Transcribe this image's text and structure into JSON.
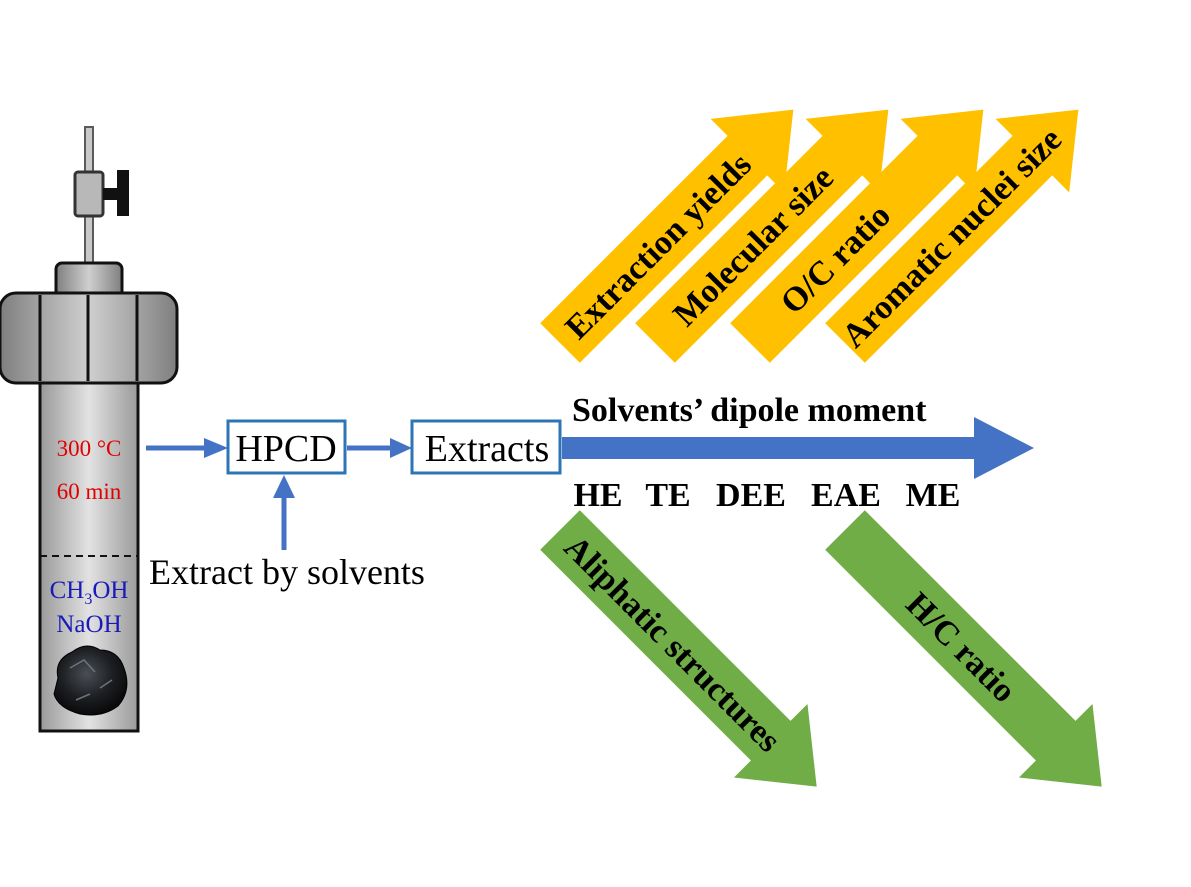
{
  "reactor": {
    "temperature": "300 °C",
    "time": "60 min",
    "reagent_1_main": "CH",
    "reagent_1_sub": "3",
    "reagent_1_end": "OH",
    "reagent_2": "NaOH"
  },
  "flow": {
    "box_1": "HPCD",
    "box_2": "Extracts",
    "input_label": "Extract by solvents"
  },
  "axis": {
    "label": "Solvents’ dipole moment",
    "solvents": [
      "HE",
      "TE",
      "DEE",
      "EAE",
      "ME"
    ]
  },
  "increasing_trends": [
    "Extraction yields",
    "Molecular size",
    "O/C ratio",
    "Aromatic nuclei size"
  ],
  "decreasing_trends": [
    "Aliphatic structures",
    "H/C ratio"
  ],
  "colors": {
    "increase_arrow": "#FFC000",
    "decrease_arrow": "#70AD47",
    "main_arrow": "#4472C4",
    "box_border": "#2E75B6",
    "condition_text": "#FF0000",
    "reagent_text": "#0000C0"
  }
}
